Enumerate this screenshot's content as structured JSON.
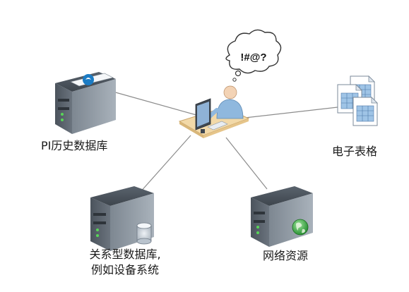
{
  "diagram": {
    "center_bubble_text": "!#@?",
    "nodes": {
      "pi_history": {
        "label": "PI历史数据库",
        "icon": "server-with-pi-logo-icon"
      },
      "spreadsheet": {
        "label": "电子表格",
        "icon": "spreadsheet-documents-icon"
      },
      "relational_db": {
        "label_line1": "关系型数据库,",
        "label_line2": "例如设备系统",
        "icon": "server-with-database-icon"
      },
      "web_resources": {
        "label": "网络资源",
        "icon": "server-with-globe-icon"
      },
      "user": {
        "icon": "user-at-computer-icon"
      }
    },
    "colors": {
      "line": "#8c8c8c",
      "desk": "#f2d9a8",
      "server_dark": "#5d6670",
      "server_light": "#9aa3ad",
      "globe": "#3aa63a",
      "pi_logo": "#1c7cc4"
    }
  }
}
